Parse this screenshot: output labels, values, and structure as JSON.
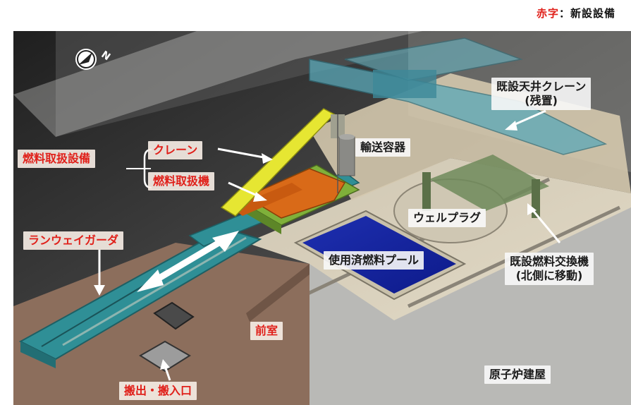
{
  "legend": {
    "red_part": "赤字",
    "separator": "：",
    "rest": "新設設備"
  },
  "labels": {
    "fuel_handling_equipment": "燃料取扱設備",
    "crane": "クレーン",
    "fuel_handling_machine": "燃料取扱機",
    "transport_container": "輸送容器",
    "existing_overhead_crane_line1": "既設天井クレーン",
    "existing_overhead_crane_line2": "(残置)",
    "well_plug": "ウェルプラグ",
    "runway_girder": "ランウェイガーダ",
    "spent_fuel_pool": "使用済燃料プール",
    "existing_refueling_machine_line1": "既設燃料交換機",
    "existing_refueling_machine_line2": "(北側に移動)",
    "anteroom": "前室",
    "carry_in_out_opening": "搬出・搬入口",
    "reactor_building": "原子炉建屋"
  },
  "compass": {
    "letter": "N"
  },
  "colors": {
    "new_equipment_text": "#e0201a",
    "runway_girder": "#2f8f96",
    "crane": "#e6e632",
    "fuel_handling_machine": "#d96a18",
    "machine_base": "#7fb03a",
    "spent_fuel_pool": "#1a2fc8",
    "existing_crane": "#5aa8b8",
    "floor": "#d8cbb2",
    "anteroom_roof": "#8c6e5c"
  }
}
